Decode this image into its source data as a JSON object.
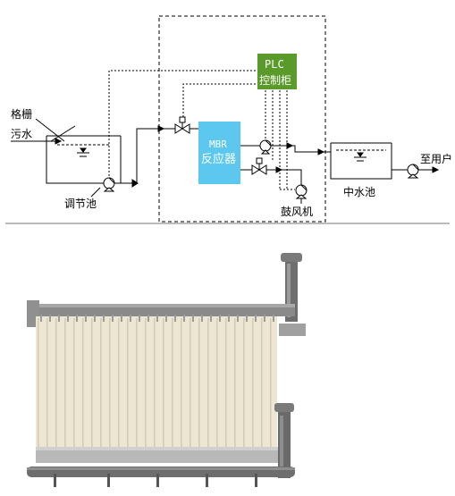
{
  "diagram": {
    "labels": {
      "screen": "格栅",
      "sewage": "污水",
      "equalization_tank": "调节池",
      "plc_line1": "PLC",
      "plc_line2": "控制柜",
      "mbr_line1": "MBR",
      "mbr_line2": "反应器",
      "blower": "鼓风机",
      "reclaimed_water_tank": "中水池",
      "to_user": "至用户"
    },
    "colors": {
      "plc_box": "#5a9a2a",
      "plc_text": "#ffffff",
      "mbr_box": "#5cc8ef",
      "mbr_text": "#ffffff",
      "line": "#000000"
    }
  },
  "photo": {
    "subject": "MBR flat-sheet membrane module",
    "colors": {
      "frame": "#8a8a8a",
      "pipe": "#6e6e6e",
      "membrane": "#ece6d2",
      "shadow": "#d4ccb4"
    }
  }
}
